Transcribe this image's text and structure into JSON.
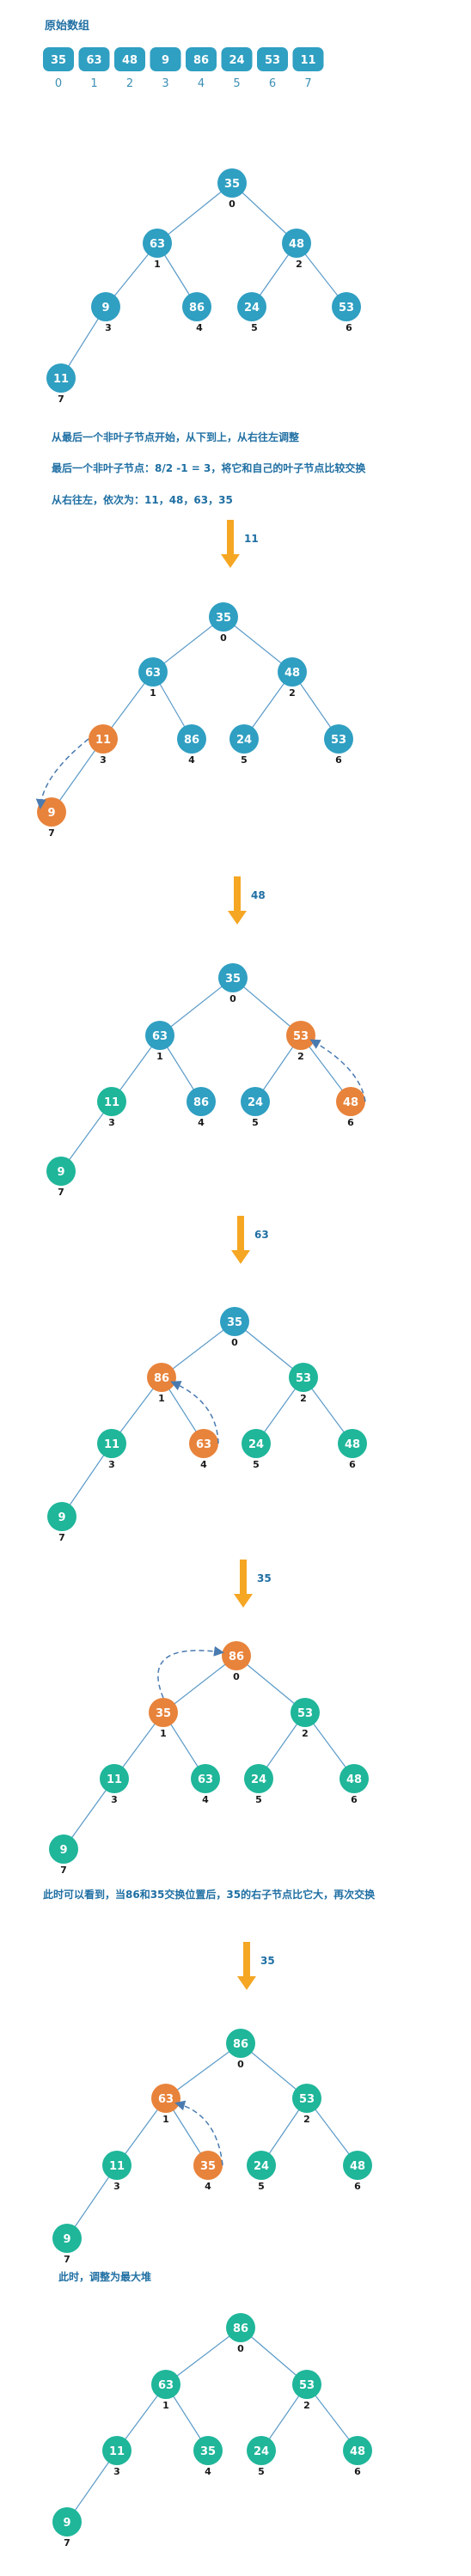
{
  "colors": {
    "blue": "#2f9fc2",
    "orange": "#e8833b",
    "green": "#1fb69a",
    "edge": "#5a9ac8",
    "arrow": "#f5a623",
    "note": "#1f6fa3"
  },
  "array": {
    "title": "原始数组",
    "values": [
      "35",
      "63",
      "48",
      "9",
      "86",
      "24",
      "53",
      "11"
    ],
    "indices": [
      "0",
      "1",
      "2",
      "3",
      "4",
      "5",
      "6",
      "7"
    ]
  },
  "notes": {
    "n1": "从最后一个非叶子节点开始，从下到上，从右往左调整",
    "n2": "最后一个非叶子节点：8/2 -1 = 3，将它和自己的叶子节点比较交换",
    "n3": "从右往左，依次为：11，48，63，35",
    "n4": "此时可以看到，当86和35交换位置后，35的右子节点比它大，再次交换",
    "n5": "此时，调整为最大堆"
  },
  "steps": [
    {
      "label": "11"
    },
    {
      "label": "48"
    },
    {
      "label": "63"
    },
    {
      "label": "35"
    },
    {
      "label": "35"
    }
  ],
  "trees": [
    {
      "values": [
        "35",
        "63",
        "48",
        "9",
        "86",
        "24",
        "53",
        "11"
      ],
      "colors": [
        "blue",
        "blue",
        "blue",
        "blue",
        "blue",
        "blue",
        "blue",
        "blue"
      ],
      "indices": [
        "0",
        "1",
        "2",
        "3",
        "4",
        "5",
        "6",
        "7"
      ]
    },
    {
      "values": [
        "35",
        "63",
        "48",
        "11",
        "86",
        "24",
        "53",
        "9"
      ],
      "colors": [
        "blue",
        "blue",
        "blue",
        "orange",
        "blue",
        "blue",
        "blue",
        "orange"
      ],
      "indices": [
        "0",
        "1",
        "2",
        "3",
        "4",
        "5",
        "6",
        "7"
      ]
    },
    {
      "values": [
        "35",
        "63",
        "53",
        "11",
        "86",
        "24",
        "48",
        "9"
      ],
      "colors": [
        "blue",
        "blue",
        "orange",
        "green",
        "blue",
        "blue",
        "orange",
        "green"
      ],
      "indices": [
        "0",
        "1",
        "2",
        "3",
        "4",
        "5",
        "6",
        "7"
      ]
    },
    {
      "values": [
        "35",
        "86",
        "53",
        "11",
        "63",
        "24",
        "48",
        "9"
      ],
      "colors": [
        "blue",
        "orange",
        "green",
        "green",
        "orange",
        "green",
        "green",
        "green"
      ],
      "indices": [
        "0",
        "1",
        "2",
        "3",
        "4",
        "5",
        "6",
        "7"
      ]
    },
    {
      "values": [
        "86",
        "35",
        "53",
        "11",
        "63",
        "24",
        "48",
        "9"
      ],
      "colors": [
        "orange",
        "orange",
        "green",
        "green",
        "green",
        "green",
        "green",
        "green"
      ],
      "indices": [
        "0",
        "1",
        "2",
        "3",
        "4",
        "5",
        "6",
        "7"
      ]
    },
    {
      "values": [
        "86",
        "63",
        "53",
        "11",
        "35",
        "24",
        "48",
        "9"
      ],
      "colors": [
        "green",
        "orange",
        "green",
        "green",
        "orange",
        "green",
        "green",
        "green"
      ],
      "indices": [
        "0",
        "1",
        "2",
        "3",
        "4",
        "5",
        "6",
        "7"
      ]
    },
    {
      "values": [
        "86",
        "63",
        "53",
        "11",
        "35",
        "24",
        "48",
        "9"
      ],
      "colors": [
        "green",
        "green",
        "green",
        "green",
        "green",
        "green",
        "green",
        "green"
      ],
      "indices": [
        "0",
        "1",
        "2",
        "3",
        "4",
        "5",
        "6",
        "7"
      ]
    }
  ]
}
